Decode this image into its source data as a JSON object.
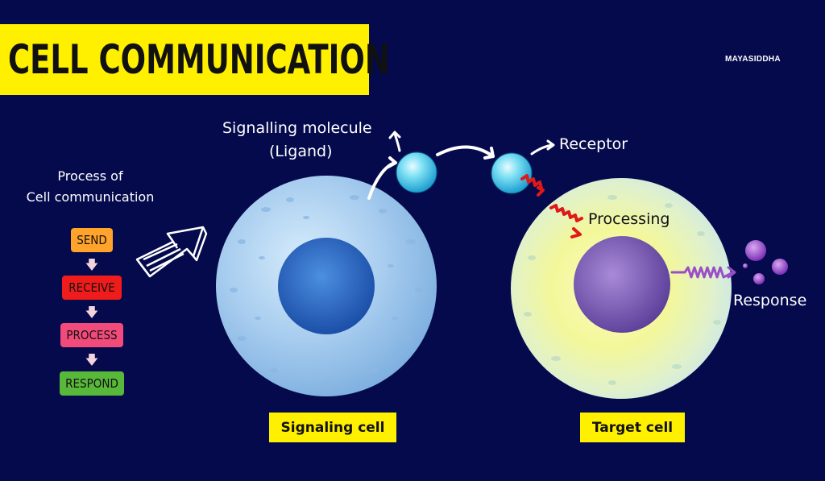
{
  "title": "CELL COMMUNICATION",
  "brand": "MAYASIDDHA",
  "process": {
    "heading_line1": "Process of",
    "heading_line2": "Cell communication",
    "steps": [
      {
        "label": "SEND",
        "color": "#ffa32a"
      },
      {
        "label": "RECEIVE",
        "color": "#f01c1c"
      },
      {
        "label": "PROCESS",
        "color": "#f24a7a"
      },
      {
        "label": "RESPOND",
        "color": "#58b83a"
      }
    ],
    "arrow_glyph": "🡇"
  },
  "labels": {
    "signalling_molecule": "Signalling molecule",
    "ligand": "(Ligand)",
    "receptor": "Receptor",
    "processing": "Processing",
    "response": "Response"
  },
  "captions": {
    "signaling_cell": "Signaling cell",
    "target_cell": "Target cell"
  },
  "colors": {
    "background": "#050a4d",
    "highlight": "#fff000",
    "signaling_cell": "#9cc7ea",
    "signaling_nucleus": "#2f6fc4",
    "target_cell": "#f1f5b0",
    "target_nucleus": "#7c5cb6",
    "molecule": "#49c6e6",
    "processing_signal": "#e01818",
    "response_signal": "#9a4fc9"
  }
}
